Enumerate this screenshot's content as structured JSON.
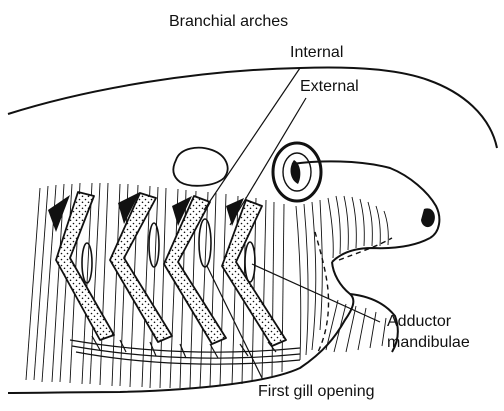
{
  "labels": {
    "title": "Branchial arches",
    "internal": "Internal",
    "external": "External",
    "adductor_line1": "Adductor",
    "adductor_line2": "mandibulae",
    "first_gill": "First gill opening"
  },
  "colors": {
    "ink": "#111111",
    "background": "#ffffff"
  }
}
